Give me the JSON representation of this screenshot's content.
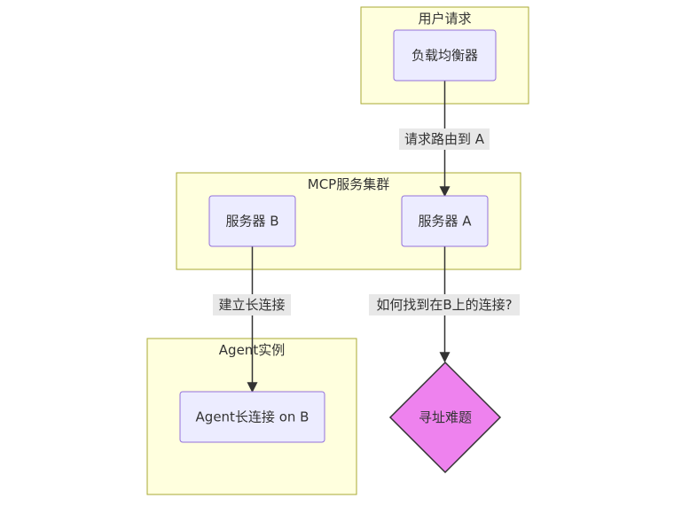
{
  "clusters": {
    "user_request": "用户请求",
    "mcp_cluster": "MCP服务集群",
    "agent_instance": "Agent实例"
  },
  "nodes": {
    "load_balancer": "负载均衡器",
    "server_b": "服务器 B",
    "server_a": "服务器 A",
    "agent_conn": "Agent长连接 on B",
    "addressing_problem": "寻址难题"
  },
  "edges": {
    "route_to_a": "请求路由到 A",
    "long_connection": "建立长连接",
    "find_connection": "如何找到在B上的连接?"
  },
  "colors": {
    "cluster_fill": "#ffffde",
    "cluster_stroke": "#aaaa33",
    "node_fill": "#ececff",
    "node_stroke": "#9370db",
    "decision_fill": "#ee82ee"
  }
}
